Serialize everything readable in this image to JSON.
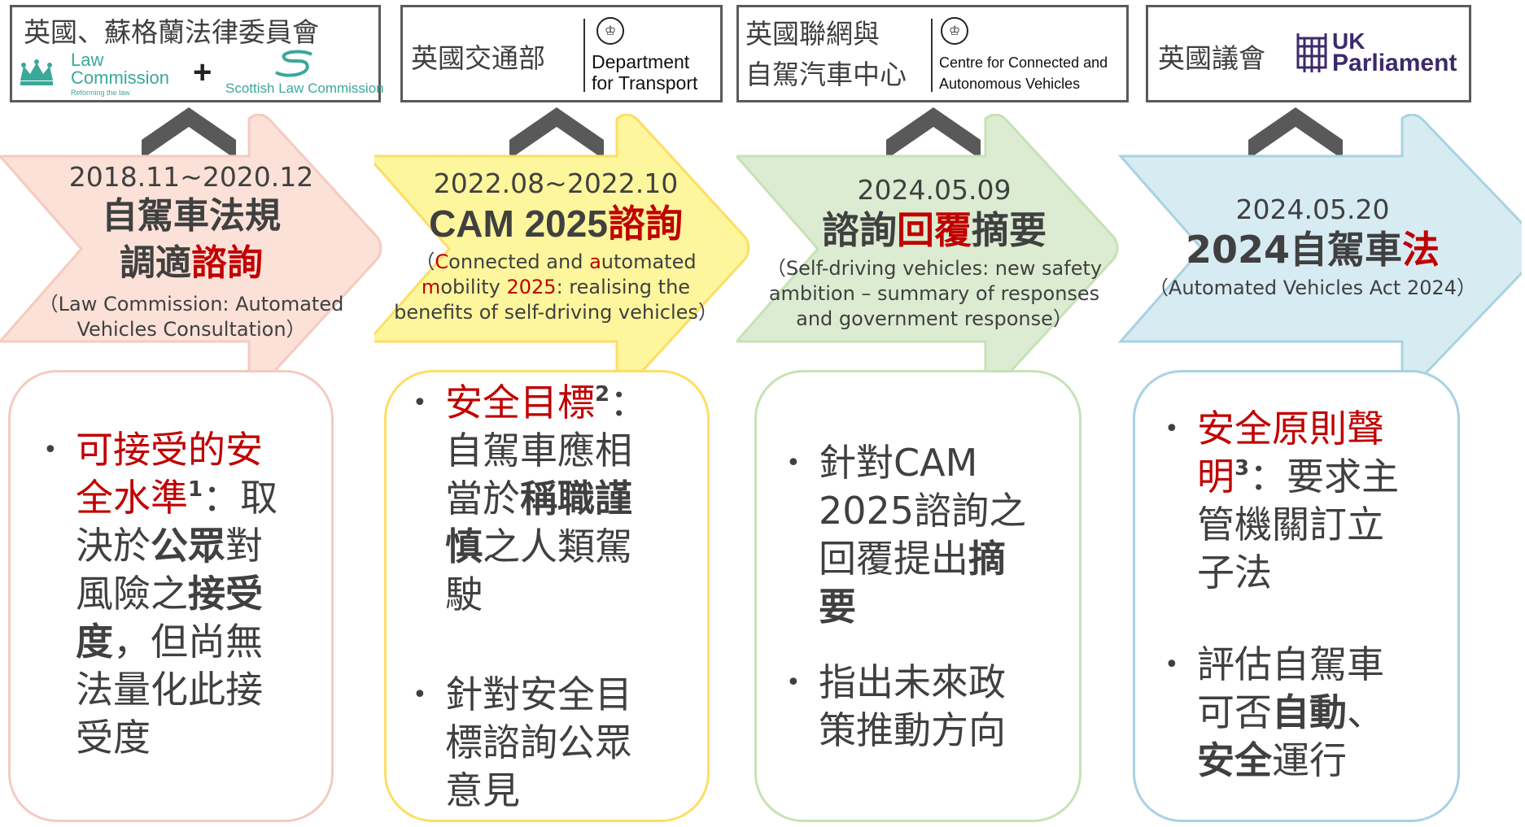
{
  "colors": {
    "text": "#404040",
    "accent_red": "#c00000",
    "chevron": "#595959",
    "arrow_1": "#fbe1d8",
    "arrow_2": "#fdf69c",
    "arrow_3": "#dcecd2",
    "arrow_4": "#d7ebf3",
    "box_1": "#f4cbbf",
    "box_2": "#fcde64",
    "box_3": "#c7e2b6",
    "box_4": "#a8d2e2"
  },
  "agencies": [
    {
      "title": "英國、蘇格蘭法律委員會",
      "logo_1": {
        "icon": "crown-icon",
        "line1": "Law",
        "line2": "Commission",
        "tagline": "Reforming the law"
      },
      "plus": "+",
      "logo_2": {
        "icon": "scottish-s-icon",
        "text": "Scottish Law Commission"
      }
    },
    {
      "title": "英國交通部",
      "logo": {
        "icon": "royal-crest-icon",
        "line1": "Department",
        "line2": "for Transport"
      }
    },
    {
      "title_line1": "英國聯網與",
      "title_line2": "自駕汽車中心",
      "logo": {
        "icon": "royal-crest-icon",
        "line1": "Centre for Connected and",
        "line2": "Autonomous Vehicles"
      }
    },
    {
      "title": "英國議會",
      "logo": {
        "icon": "portcullis-icon",
        "line1": "UK",
        "line2": "Parliament"
      }
    }
  ],
  "stages": [
    {
      "date": "2018.11~2020.12",
      "title_line1": "自駕車法規",
      "title_line2_plain": "調適",
      "title_line2_red": "諮詢",
      "sub_line1": "（Law Commission: Automated",
      "sub_line2": "Vehicles Consultation）"
    },
    {
      "date": "2022.08~2022.10",
      "title_plain": "CAM 2025",
      "title_red": "諮詢",
      "sub_l1_a": "（",
      "sub_l1_b": "C",
      "sub_l1_c": "onnected and ",
      "sub_l1_d": "a",
      "sub_l1_e": "utomated",
      "sub_l2_a": "m",
      "sub_l2_b": "obility ",
      "sub_l2_c": "2025",
      "sub_l2_d": ": realising the",
      "sub_line3": "benefits of self-driving vehicles）"
    },
    {
      "date": "2024.05.09",
      "title_a": "諮詢",
      "title_red": "回覆",
      "title_b": "摘要",
      "sub_line1": "（Self-driving vehicles: new safety",
      "sub_line2": "ambition – summary of responses",
      "sub_line3": "and government response）"
    },
    {
      "date": "2024.05.20",
      "title_plain": "2024自駕車",
      "title_red": "法",
      "sub_line1": "（Automated Vehicles Act 2024）"
    }
  ],
  "descriptions": [
    {
      "bullets": [
        {
          "lines": [
            {
              "red": "可接受的安"
            },
            {
              "red": "全水準",
              "sup": "1",
              "plain": "：取"
            },
            {
              "plain": "決於",
              "bold": "公眾",
              "plain2": "對"
            },
            {
              "plain": "風險之",
              "bold": "接受"
            },
            {
              "bold": "度",
              "plain": "，但尚無"
            },
            {
              "plain": "法量化此接"
            },
            {
              "plain": "受度"
            }
          ]
        }
      ]
    },
    {
      "bullets": [
        {
          "lines": [
            {
              "red": "安全目標",
              "sup": "2",
              "plain": "："
            },
            {
              "plain": "自駕車應相"
            },
            {
              "plain": "當於",
              "bold": "稱職謹"
            },
            {
              "bold": "慎",
              "plain": "之人類駕"
            },
            {
              "plain": "駛"
            }
          ]
        },
        {
          "lines": [
            {
              "plain": "針對安全目"
            },
            {
              "plain": "標諮詢公眾"
            },
            {
              "plain": "意見"
            }
          ]
        }
      ]
    },
    {
      "bullets": [
        {
          "lines": [
            {
              "plain": "針對CAM"
            },
            {
              "plain": "2025諮詢之"
            },
            {
              "plain": "回覆提出",
              "bold": "摘"
            },
            {
              "bold": "要"
            }
          ]
        },
        {
          "lines": [
            {
              "plain": "指出未來政"
            },
            {
              "plain": "策推動方向"
            }
          ]
        }
      ]
    },
    {
      "bullets": [
        {
          "lines": [
            {
              "red": "安全原則聲"
            },
            {
              "red": "明",
              "sup": "3",
              "plain": "：要求主"
            },
            {
              "plain": "管機關訂立"
            },
            {
              "plain": "子法"
            }
          ]
        },
        {
          "lines": [
            {
              "plain": "評估自駕車"
            },
            {
              "plain": "可否",
              "bold": "自動",
              "plain2": "、"
            },
            {
              "bold": "安全",
              "plain": "運行"
            }
          ]
        }
      ]
    }
  ],
  "bullet_char": "•"
}
